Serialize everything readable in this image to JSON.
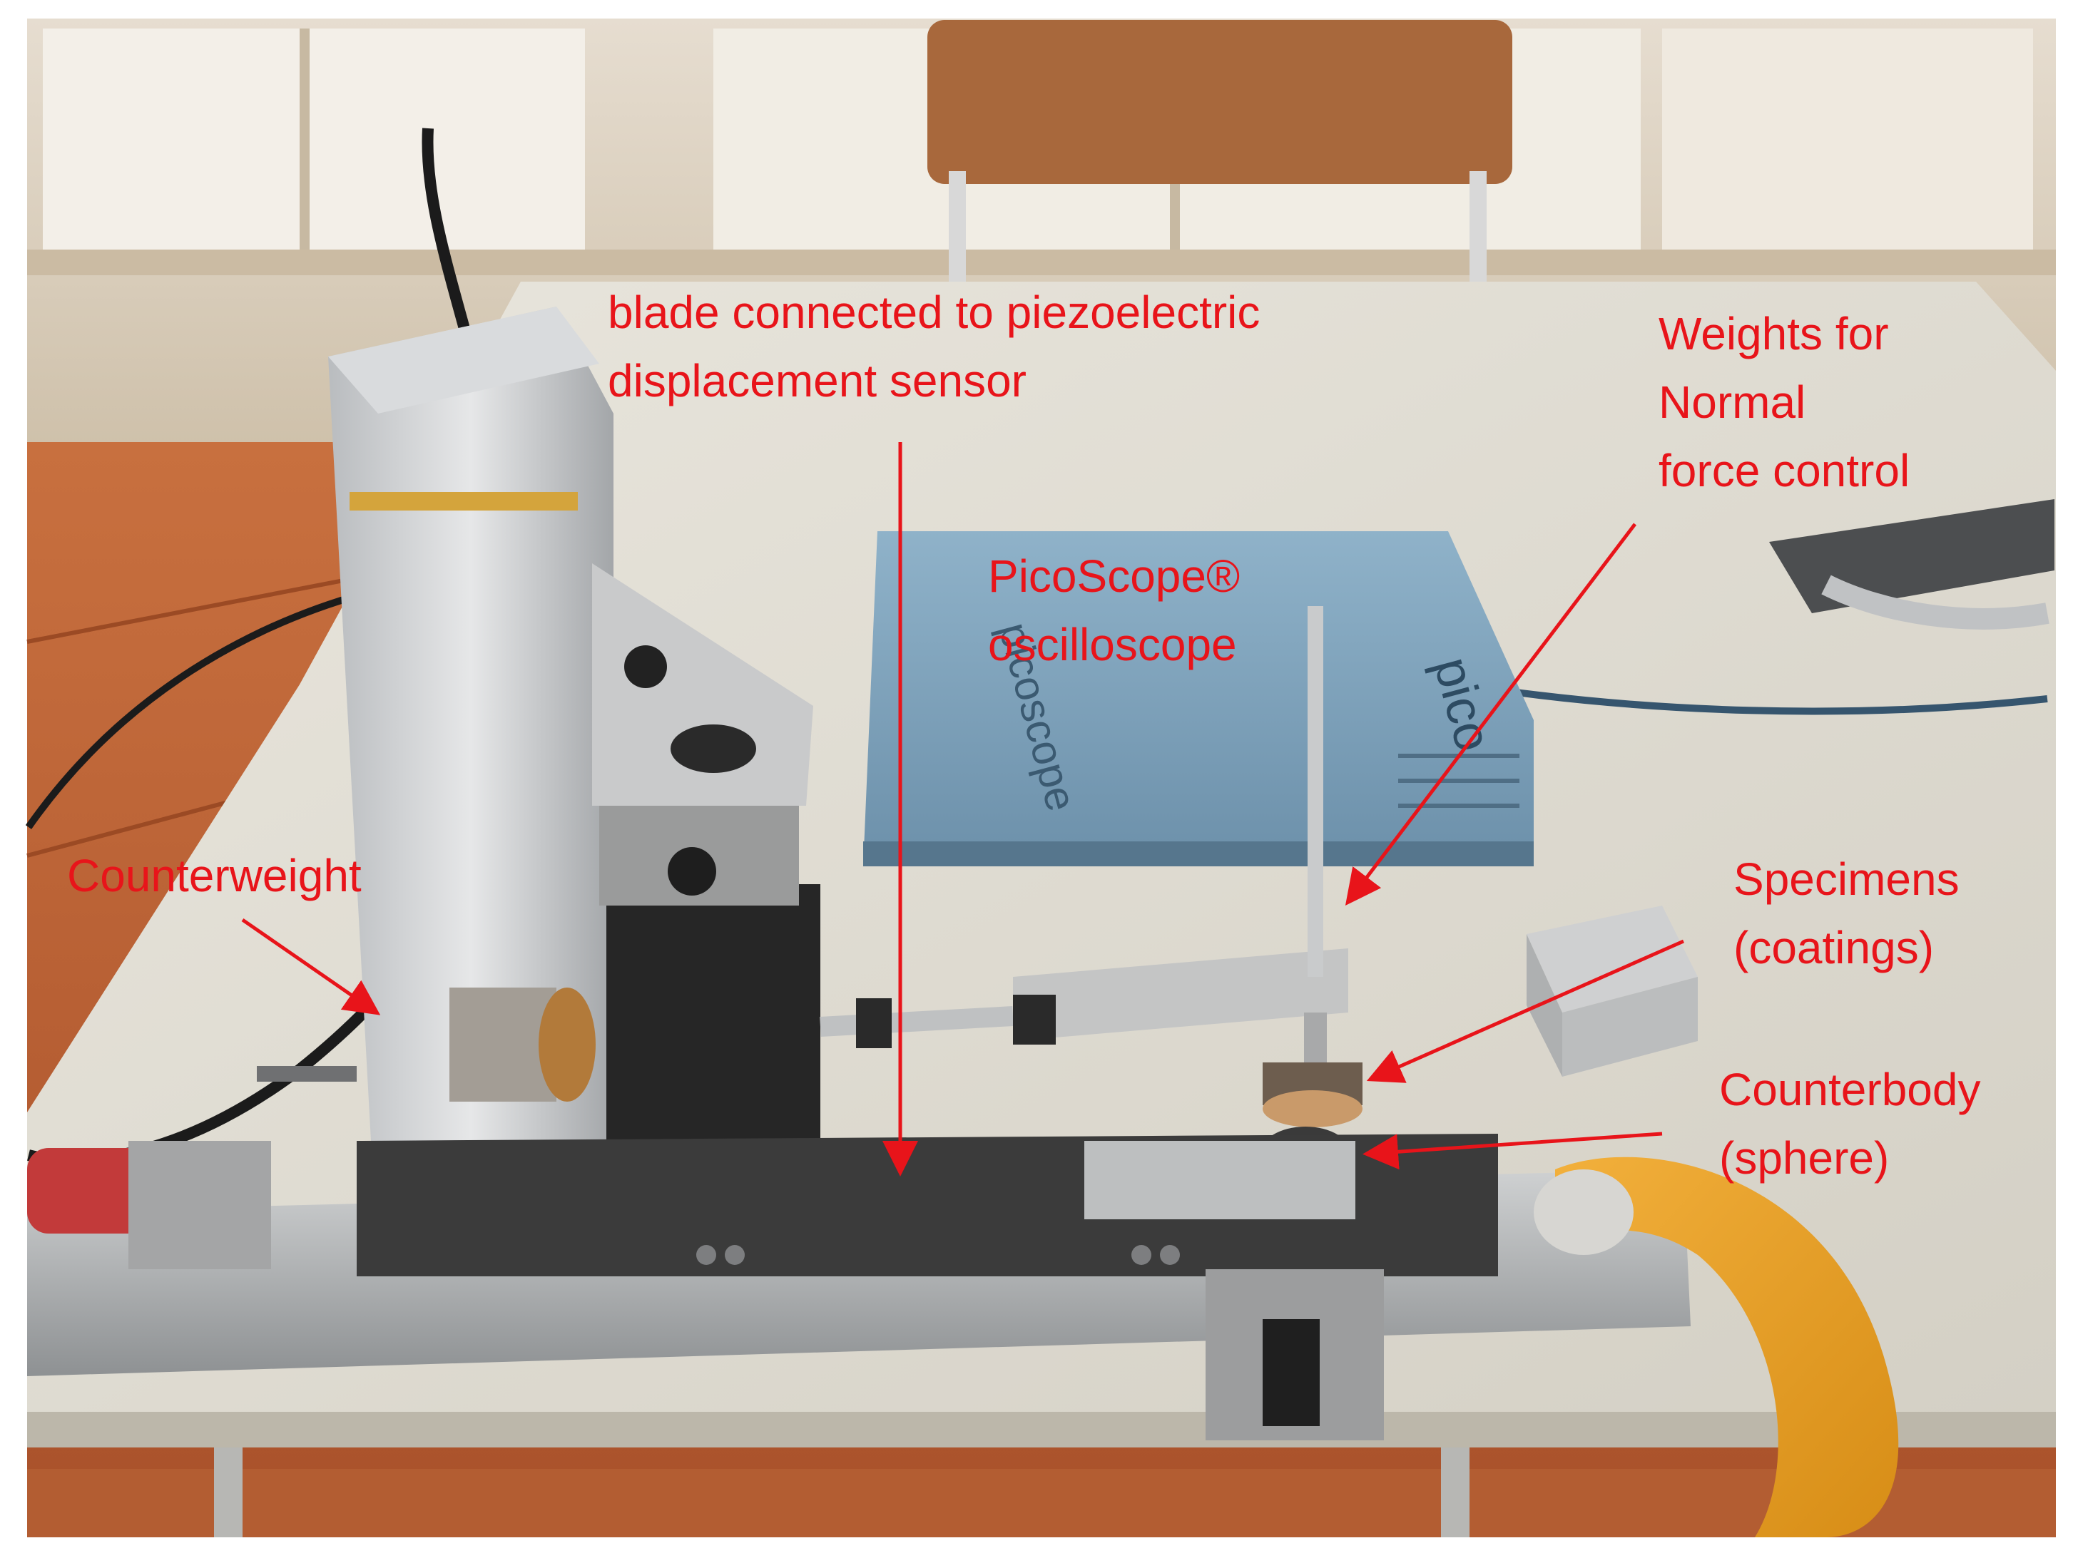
{
  "figure": {
    "annotation_color": "#e8141a",
    "background_color": "#ffffff"
  },
  "callouts": {
    "blade": "blade connected to piezoelectric\ndisplacement sensor",
    "weights": "Weights for\nNormal\nforce control",
    "picoscope": "PicoScope®\noscilloscope",
    "counterweight": "Counterweight",
    "specimens": "Specimens\n(coatings)",
    "counterbody": "Counterbody\n(sphere)"
  },
  "device_markings": {
    "case_brand": "pico",
    "side_logo": "picoscope"
  }
}
